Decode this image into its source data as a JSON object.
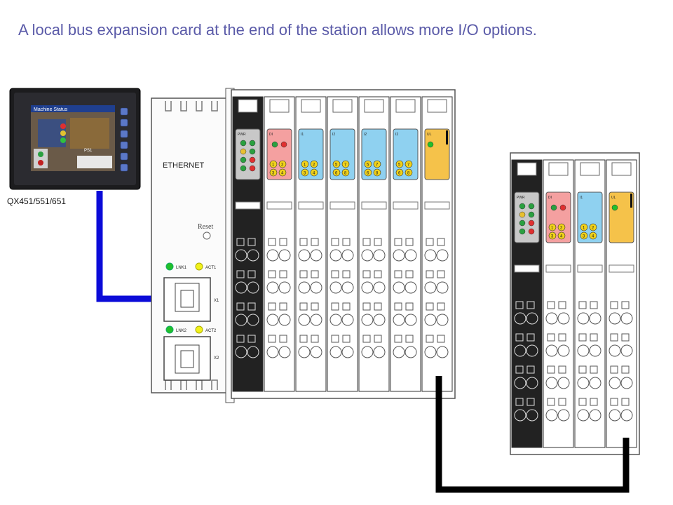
{
  "title": "A local bus expansion card at the end of the station allows more I/O options.",
  "hmi": {
    "model_label": "QX451/551/651",
    "screen_title": "Machine Status",
    "screen_note": "PS1"
  },
  "coupler": {
    "name": "ETHERNET",
    "reset_label": "Reset",
    "led_lnk1": "LNK1",
    "led_act1": "ACT1",
    "led_lnk2": "LNK2",
    "led_act2": "ACT2",
    "port1": "X1",
    "port2": "X2"
  },
  "modules_main": [
    {
      "type": "power",
      "label": "PWR",
      "color": "#c8c8c8"
    },
    {
      "type": "di",
      "label": "DI",
      "color": "#f4a0a0",
      "leds": [
        "1",
        "2",
        "3",
        "4"
      ]
    },
    {
      "type": "di",
      "label": "I1",
      "color": "#8fd1f0",
      "leds": [
        "1",
        "2",
        "3",
        "4"
      ]
    },
    {
      "type": "di",
      "label": "I2",
      "color": "#8fd1f0",
      "leds": [
        "5",
        "7",
        "6",
        "8"
      ]
    },
    {
      "type": "di",
      "label": "I2",
      "color": "#8fd1f0",
      "leds": [
        "5",
        "7",
        "6",
        "8"
      ]
    },
    {
      "type": "di",
      "label": "I2",
      "color": "#8fd1f0",
      "leds": [
        "5",
        "7",
        "6",
        "8"
      ]
    },
    {
      "type": "end",
      "label": "UL",
      "color": "#f5c24a"
    }
  ],
  "modules_exp": [
    {
      "type": "power",
      "label": "PWR",
      "color": "#c8c8c8"
    },
    {
      "type": "di",
      "label": "DI",
      "color": "#f4a0a0",
      "leds": [
        "1",
        "2",
        "3",
        "4"
      ]
    },
    {
      "type": "di",
      "label": "I1",
      "color": "#8fd1f0",
      "leds": [
        "1",
        "2",
        "3",
        "4"
      ]
    },
    {
      "type": "end",
      "label": "UL",
      "color": "#f5c24a"
    }
  ],
  "colors": {
    "title": "#5a5aa8",
    "ethernet_cable": "#0b0bd8",
    "bus_cable": "#000000"
  }
}
